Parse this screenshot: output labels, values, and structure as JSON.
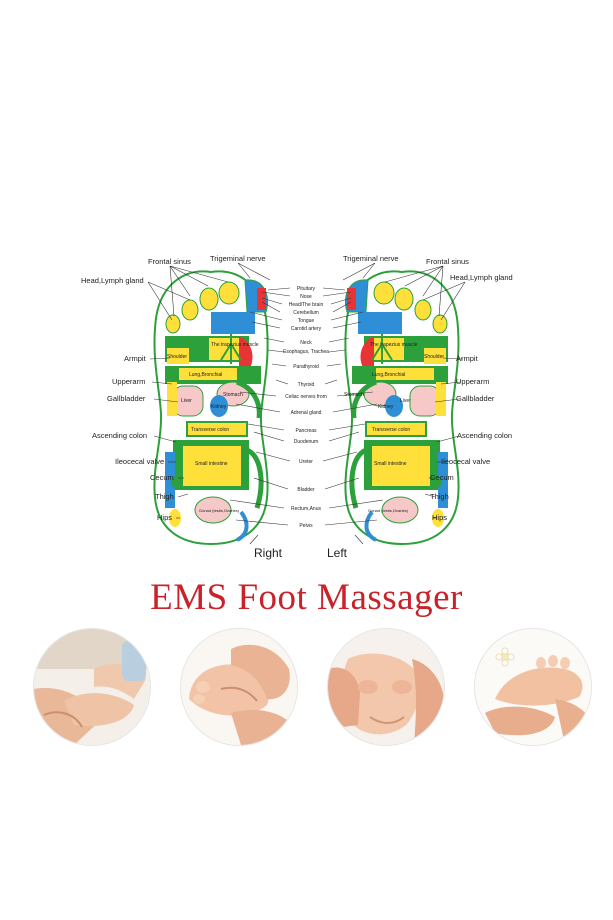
{
  "diagram": {
    "left_foot_labels": [
      "Frontal sinus",
      "Trigeminal nerve",
      "Head,Lymph gland",
      "Armpit",
      "Upperarm",
      "Gallbladder",
      "Ascending colon",
      "Ileocecal valve",
      "Cecum",
      "Thigh",
      "Hips"
    ],
    "right_foot_labels": [
      "Trigeminal nerve",
      "Frontal sinus",
      "Head,Lymph gland",
      "Armpit",
      "Upperarm",
      "Gallbladder",
      "Ascending colon",
      "Ileocecal valve",
      "Cecum",
      "Thigh",
      "Hips"
    ],
    "center_labels": [
      "Pituitary",
      "Nose",
      "Head/The brain",
      "Cerebellum",
      "Tongue",
      "Carotid artery",
      "Neck",
      "Esophagus, Trachea",
      "Parathyroid",
      "Thyroid",
      "Celiac nerves from",
      "Adrenal gland",
      "Pancreas",
      "Duodenum",
      "Ureter",
      "Bladder",
      "Rectum,Anus",
      "Pelvis"
    ],
    "inner_labels": {
      "trapezius": "The trapezius muscle",
      "shoulder": "Shoulder",
      "lung": "Lung,Bronchial",
      "liver": "Liver",
      "stomach": "Stomach",
      "kidney": "Kidney",
      "transverse_colon": "Transverse colon",
      "small_intestine": "Small intestine",
      "gonad": "Gonad (testis,Ovaries)"
    },
    "foot_names": {
      "right": "Right",
      "left": "Left"
    }
  },
  "title": "EMS Foot Massager",
  "photos": [
    {
      "icon": "hands-massaging-bare-feet"
    },
    {
      "icon": "hands-massaging-foot-sole"
    },
    {
      "icon": "thumbs-pressing-foot-sole"
    },
    {
      "icon": "foot-massage-with-flower"
    }
  ]
}
